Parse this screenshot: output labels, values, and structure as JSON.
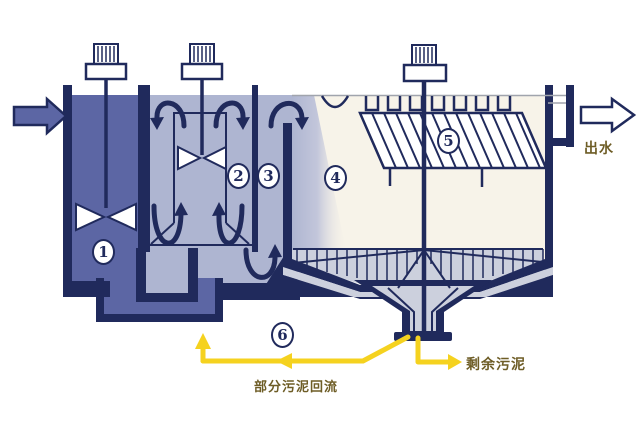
{
  "diagram": {
    "type": "wastewater-treatment-process",
    "zone_numbers": [
      "1",
      "2",
      "3",
      "4",
      "5",
      "6"
    ],
    "labels": {
      "effluent": "出水",
      "excess_sludge": "剩余污泥",
      "sludge_return": "部分污泥回流"
    },
    "icons": [
      "mixer-motor-icon",
      "influent-arrow-icon",
      "effluent-arrow-icon",
      "impeller-icon",
      "lamella-plates-icon",
      "sludge-scraper-icon"
    ],
    "colors": {
      "navy": "#202a5c",
      "slate": "#5c66a4",
      "lightblue": "#aeb5d1",
      "cream": "#f7f3e9",
      "grayband": "#ccd0dd",
      "yellow": "#f5d21f",
      "labelbrown": "#6e5d26",
      "waterline": "#a0a4ad",
      "white": "#ffffff"
    }
  }
}
